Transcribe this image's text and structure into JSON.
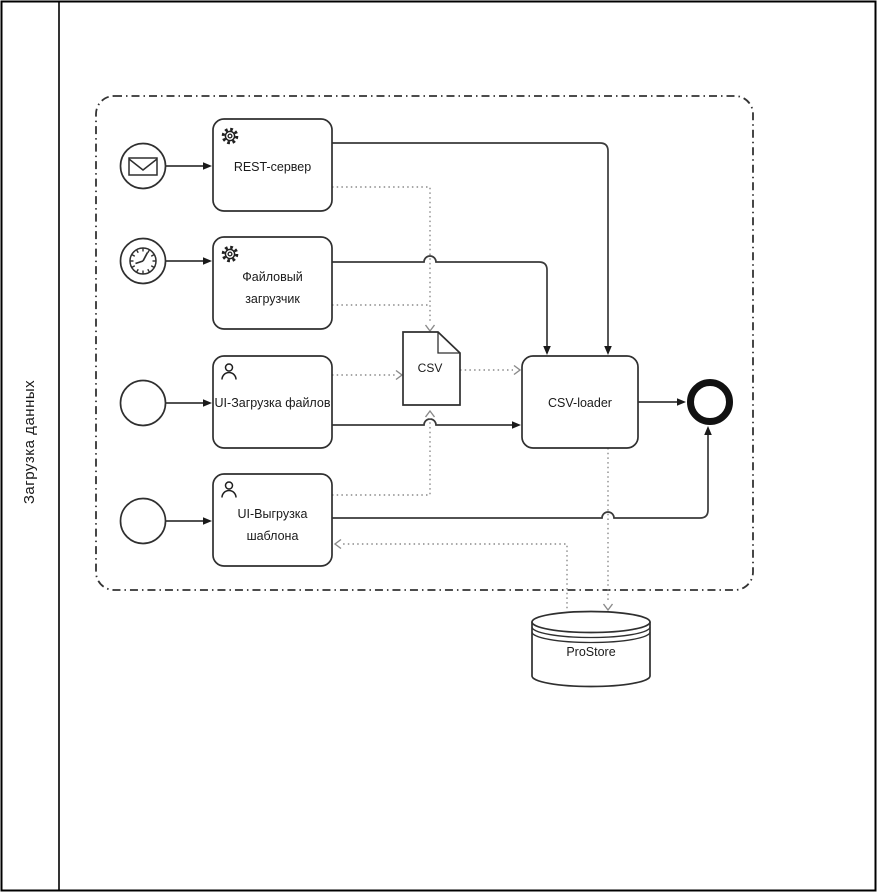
{
  "diagram": {
    "kind": "BPMN process diagram",
    "pool_label": "Загрузка данных"
  },
  "colors": {
    "background": "#ffffff",
    "shape_stroke": "#2f2f2f",
    "flow_stroke": "#3a3a3a",
    "association_stroke": "#8a8a8a"
  },
  "events": {
    "message_start": {
      "icon": "envelope-icon"
    },
    "timer_start": {
      "icon": "clock-icon"
    },
    "plain_start_upload": {
      "icon": "circle"
    },
    "plain_start_template": {
      "icon": "circle"
    },
    "end_event": {
      "icon": "thick-circle"
    }
  },
  "tasks": {
    "rest_server": {
      "label": "REST-сервер",
      "marker": "gear-icon"
    },
    "file_loader": {
      "line1": "Файловый",
      "line2": "загрузчик",
      "marker": "gear-icon"
    },
    "ui_upload": {
      "label": "UI-Загрузка файлов",
      "marker": "user-icon"
    },
    "ui_template": {
      "line1": "UI-Выгрузка",
      "line2": "шаблона",
      "marker": "user-icon"
    },
    "csv_loader": {
      "label": "CSV-loader"
    }
  },
  "artifacts": {
    "csv_doc": {
      "label": "CSV"
    },
    "datastore": {
      "label": "ProStore"
    }
  }
}
